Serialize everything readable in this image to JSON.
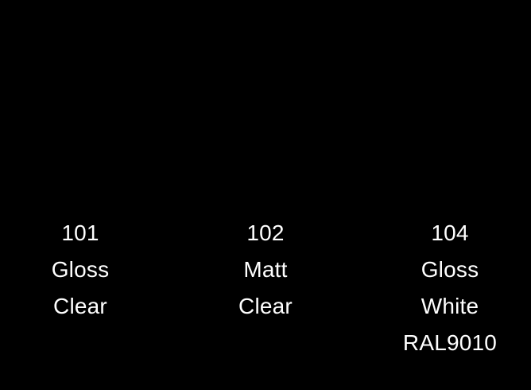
{
  "canvas": {
    "background_color": "#000000",
    "text_color": "#ffffff"
  },
  "products": [
    {
      "code": "101",
      "finish": "Gloss",
      "color": "Clear"
    },
    {
      "code": "102",
      "finish": "Matt",
      "color": "Clear"
    },
    {
      "code": "104",
      "finish": "Gloss",
      "color": "White",
      "ral": "RAL9010"
    }
  ]
}
